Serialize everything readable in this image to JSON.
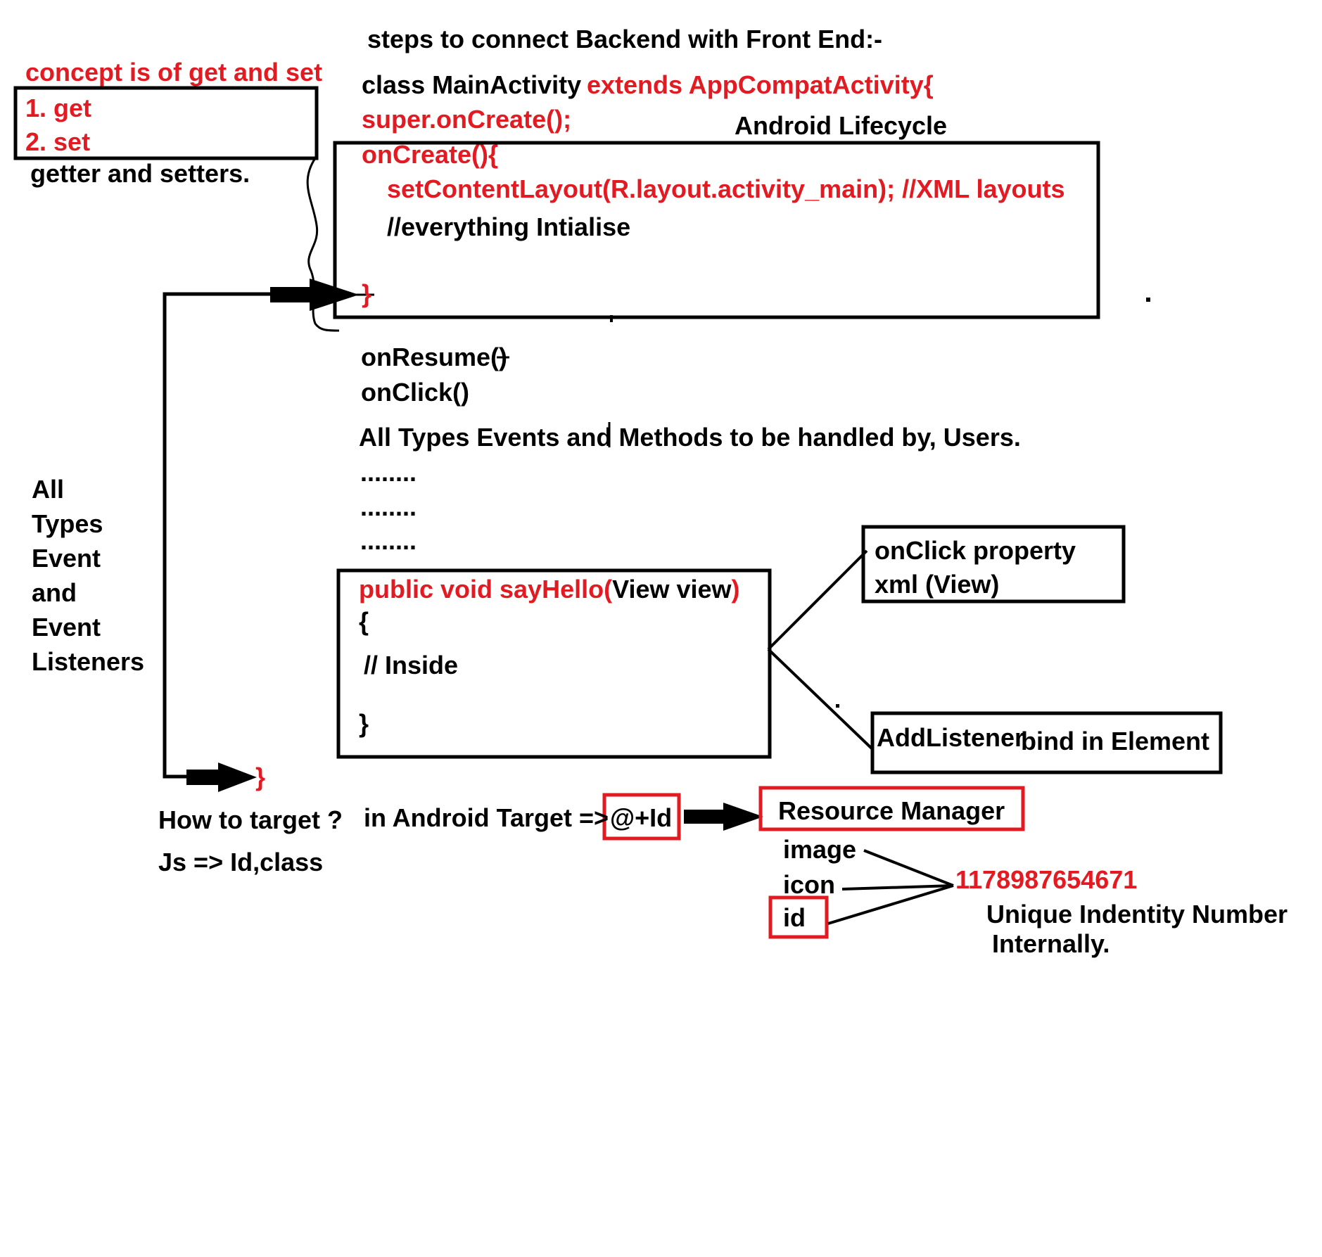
{
  "title": "steps to connect Backend with Front End:-",
  "get_set": {
    "concept": "concept is of get and set",
    "item1": "1. get",
    "item2": "2. set",
    "summary": "getter and setters."
  },
  "class_decl": {
    "prefix": "class MainActivity",
    "extends": "extends AppCompatActivity{",
    "super_call": "super.onCreate();"
  },
  "lifecycle_label": "Android Lifecycle",
  "oncreate_box": {
    "header": "onCreate(){",
    "set_content": "setContentLayout(R.layout.activity_main); //XML layouts",
    "comment": "//everything Intialise",
    "close": "}"
  },
  "methods": {
    "on_resume": "onResume()",
    "on_click": "onClick()",
    "all_types": "All Types Events and Methods to be handled by, Users.",
    "dots": [
      "........",
      "........",
      "........"
    ]
  },
  "left_label": [
    "All",
    "Types",
    "Event",
    "and",
    "Event",
    "Listeners"
  ],
  "say_hello_box": {
    "signature_red": "public void sayHello(",
    "signature_black": "View view",
    "signature_close": ")",
    "open": "{",
    "inside": "// Inside",
    "close": "}"
  },
  "onclick_property_box": {
    "line1": "onClick property",
    "line2": "xml (View)"
  },
  "add_listener_box": {
    "part1": "AddListener",
    "part2": "bind in Element"
  },
  "bottom_brace": "}",
  "targeting": {
    "how": "How to target ?",
    "js": "Js => Id,class",
    "android": "in Android Target =>",
    "id_ref": "@+Id",
    "resource_manager": "Resource Manager",
    "items": [
      "image",
      "icon",
      "id"
    ],
    "number": "1178987654671",
    "unique_line1": "Unique Indentity Number",
    "unique_line2": "Internally."
  },
  "colors": {
    "red": "#e21b23",
    "black": "#000000"
  }
}
